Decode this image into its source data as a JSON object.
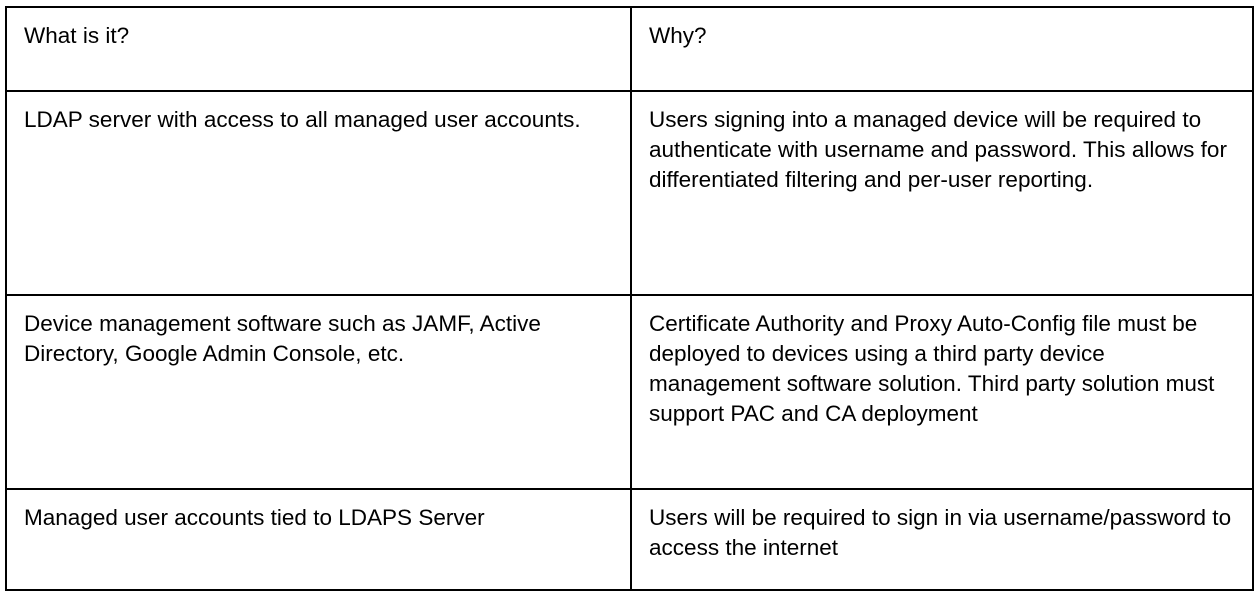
{
  "document": {
    "type": "two-column-requirements-table",
    "background_color": "#ffffff",
    "text_color": "#000000",
    "border_color": "#000000"
  },
  "table": {
    "columns": [
      {
        "key": "what",
        "header": "What is it?"
      },
      {
        "key": "why",
        "header": "Why?"
      }
    ],
    "rows": [
      {
        "what": "LDAP server with access to all managed user accounts.",
        "why": "Users signing into a managed device will be required to authenticate with username and password. This allows for differentiated filtering and per-user reporting."
      },
      {
        "what": "Device management software such as JAMF, Active Directory, Google Admin Console, etc.",
        "why": "Certificate Authority and Proxy Auto-Config file must be deployed to devices using a third party device management software solution. Third party solution must support PAC and CA deployment"
      },
      {
        "what": "Managed user accounts tied to LDAPS Server",
        "why": "Users will be required to sign in via username/password to access the internet"
      }
    ]
  }
}
